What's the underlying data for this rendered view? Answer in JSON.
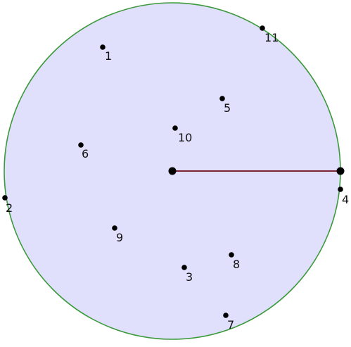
{
  "diagram": {
    "circle_fill": "#e0e0fc",
    "circle_stroke": "#3c9a3c",
    "radius_line_color": "#7a2535",
    "point_color": "#000000",
    "points": [
      {
        "label": "1"
      },
      {
        "label": "2"
      },
      {
        "label": "3"
      },
      {
        "label": "4"
      },
      {
        "label": "5"
      },
      {
        "label": "6"
      },
      {
        "label": "7"
      },
      {
        "label": "8"
      },
      {
        "label": "9"
      },
      {
        "label": "10"
      },
      {
        "label": "11"
      }
    ]
  }
}
